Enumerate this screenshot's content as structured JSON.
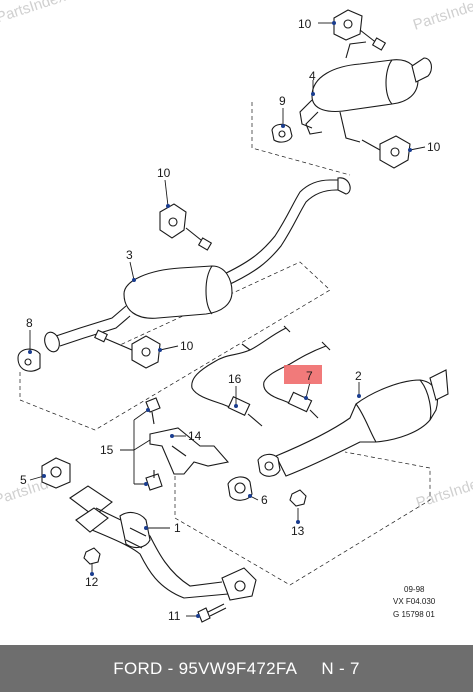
{
  "watermarks": [
    "PartsIndex",
    "PartsIndex",
    "PartsIndex"
  ],
  "callouts": {
    "c1": "1",
    "c2": "2",
    "c3": "3",
    "c4": "4",
    "c5": "5",
    "c6": "6",
    "c7": "7",
    "c8": "8",
    "c9": "9",
    "c10a": "10",
    "c10b": "10",
    "c10c": "10",
    "c10d": "10",
    "c11": "11",
    "c12": "12",
    "c13": "13",
    "c14": "14",
    "c15": "15",
    "c16": "16"
  },
  "highlight_color": "#f06b6b",
  "codes": [
    "09-98",
    "VX F04.030",
    "G 15798 01"
  ],
  "footer": "FORD - 95VW9F472FA     N - 7"
}
